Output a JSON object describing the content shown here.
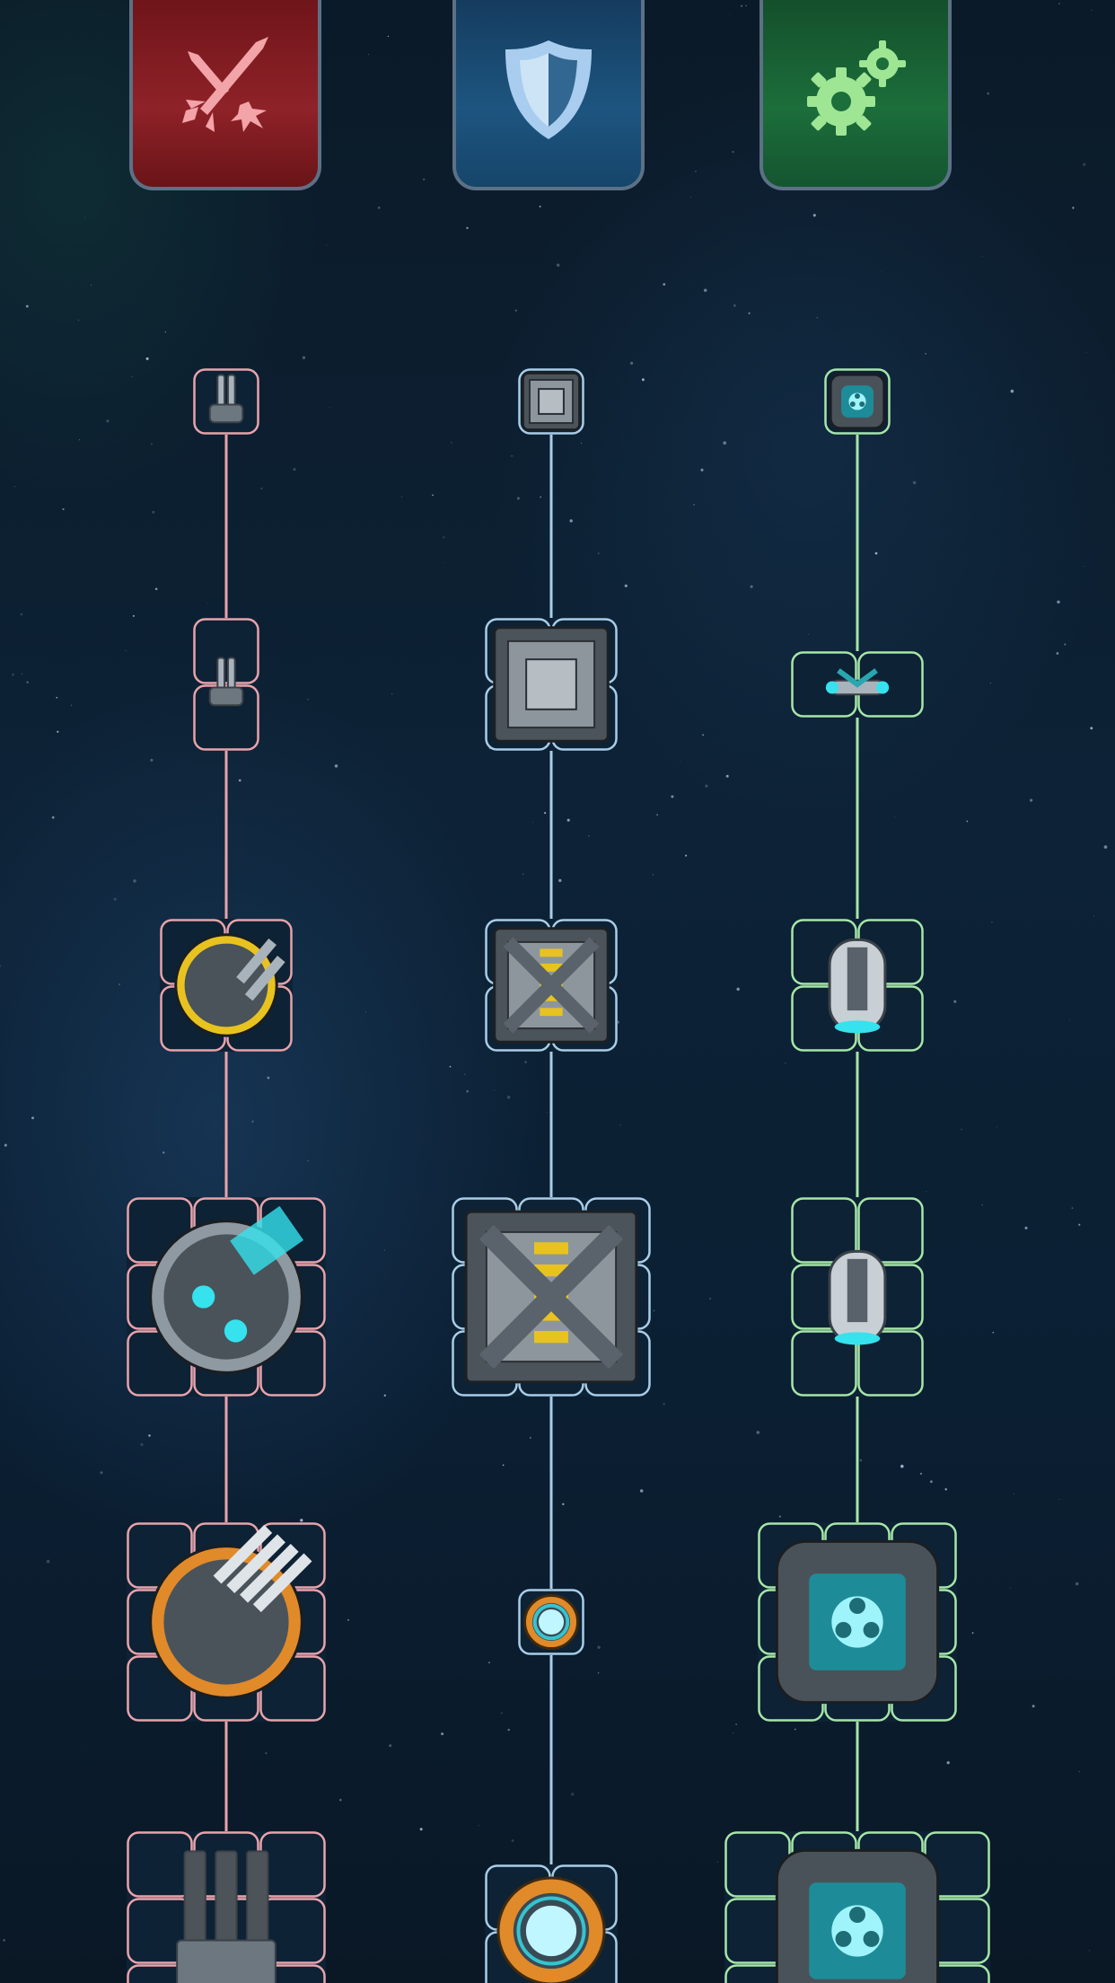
{
  "screen": "ship-module-tech-tree",
  "categories": [
    {
      "key": "attack",
      "name": "",
      "icon": "crossed-missiles-icon",
      "color": "#e8a3ab",
      "tab_color": "#8e2228"
    },
    {
      "key": "defense",
      "name": "",
      "icon": "shield-icon",
      "color": "#a9cde8",
      "tab_color": "#1d5580"
    },
    {
      "key": "utility",
      "name": "",
      "icon": "gears-icon",
      "color": "#a6e6a8",
      "tab_color": "#1c6e3b"
    }
  ],
  "columns": [
    {
      "key": "attack",
      "tiers": [
        {
          "tier": 1,
          "grid": [
            1,
            1
          ],
          "icon": "small-gatling-turret-icon"
        },
        {
          "tier": 2,
          "grid": [
            1,
            2
          ],
          "icon": "twin-cannon-turret-icon"
        },
        {
          "tier": 3,
          "grid": [
            2,
            2
          ],
          "icon": "double-barrel-round-turret-icon"
        },
        {
          "tier": 4,
          "grid": [
            3,
            3
          ],
          "icon": "cyan-laser-battery-icon"
        },
        {
          "tier": 5,
          "grid": [
            3,
            3
          ],
          "icon": "quad-missile-launcher-icon"
        },
        {
          "tier": 6,
          "grid": [
            3,
            3
          ],
          "icon": "heavy-triple-cannon-icon"
        }
      ]
    },
    {
      "key": "defense",
      "tiers": [
        {
          "tier": 1,
          "grid": [
            1,
            1
          ],
          "icon": "small-armor-plate-icon"
        },
        {
          "tier": 2,
          "grid": [
            2,
            2
          ],
          "icon": "reinforced-armor-plate-icon"
        },
        {
          "tier": 3,
          "grid": [
            2,
            2
          ],
          "icon": "hazard-armor-block-icon"
        },
        {
          "tier": 4,
          "grid": [
            3,
            3
          ],
          "icon": "heavy-hazard-armor-icon"
        },
        {
          "tier": 5,
          "grid": [
            1,
            1
          ],
          "icon": "shield-generator-icon"
        },
        {
          "tier": 6,
          "grid": [
            2,
            2
          ],
          "icon": "large-shield-generator-icon"
        }
      ]
    },
    {
      "key": "utility",
      "tiers": [
        {
          "tier": 1,
          "grid": [
            1,
            1
          ],
          "icon": "small-reactor-icon"
        },
        {
          "tier": 2,
          "grid": [
            2,
            1
          ],
          "icon": "twin-thruster-icon"
        },
        {
          "tier": 3,
          "grid": [
            2,
            2
          ],
          "icon": "engine-pod-icon"
        },
        {
          "tier": 4,
          "grid": [
            2,
            3
          ],
          "icon": "heavy-engine-icon"
        },
        {
          "tier": 5,
          "grid": [
            3,
            3
          ],
          "icon": "nuclear-core-icon"
        },
        {
          "tier": 6,
          "grid": [
            4,
            3
          ],
          "icon": "large-nuclear-reactor-icon"
        }
      ]
    }
  ]
}
